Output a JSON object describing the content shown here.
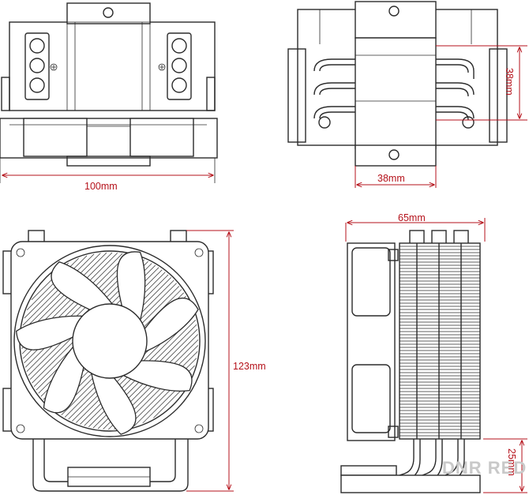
{
  "dimensions": {
    "width_label": "100mm",
    "pipe_span_label": "38mm",
    "base_width_label": "38mm",
    "height_label": "123mm",
    "depth_label": "65mm",
    "base_height_label": "25mm"
  },
  "watermark": "DNR RED",
  "colors": {
    "dimension": "#b5121b",
    "line": "#2b2b2b",
    "watermark": "#c9c9c9"
  }
}
